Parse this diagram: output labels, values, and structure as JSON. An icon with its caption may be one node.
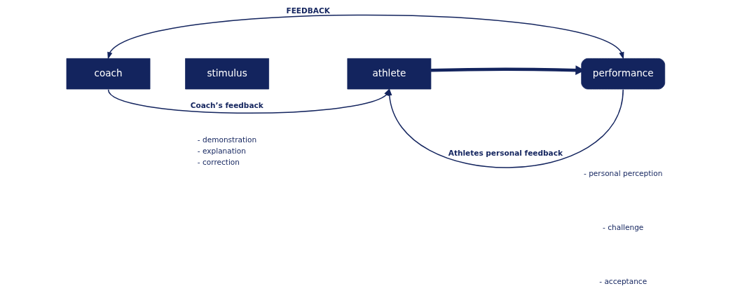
{
  "diagram": {
    "nodes": [
      {
        "text": [
          "coach"
        ]
      },
      {
        "text": [
          "stimulus"
        ],
        "beside": [
          "- demonstration",
          "- explanation",
          "- correction"
        ]
      },
      {
        "text": [
          "athlete"
        ]
      },
      {
        "text": [
          "performance"
        ]
      }
    ],
    "edges": [
      {
        "from": 0,
        "to": 3,
        "arrow": "both",
        "label": "FEEDBACK"
      },
      {
        "from": 2,
        "to": 3,
        "arrow": "to",
        "style": "thick"
      },
      {
        "from": 0,
        "to": 2,
        "arrow": "to",
        "label": "Coach’s feedback"
      },
      {
        "from": 3,
        "to": 2,
        "arrow": "to",
        "label": "Athletes personal feedback"
      }
    ],
    "labels": [
      "- personal perception",
      "- challenge",
      "- acceptance"
    ]
  }
}
